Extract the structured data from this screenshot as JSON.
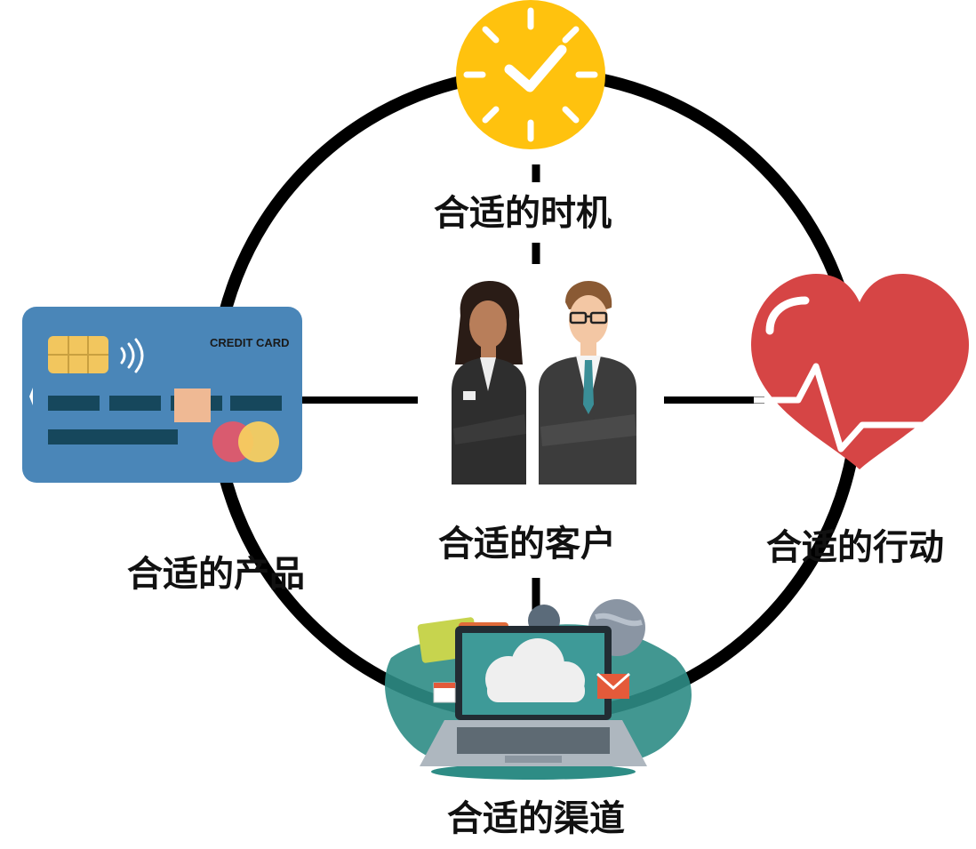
{
  "labels": {
    "time": "合适的时机",
    "customer": "合适的客户",
    "action": "合适的行动",
    "product": "合适的产品",
    "channel": "合适的渠道"
  },
  "card": {
    "caption": "CREDIT CARD"
  },
  "colors": {
    "clock": "#FFC20E",
    "heart": "#D64545",
    "card": "#4A86B8",
    "screen": "#3E9A98",
    "ring": "#000000"
  }
}
